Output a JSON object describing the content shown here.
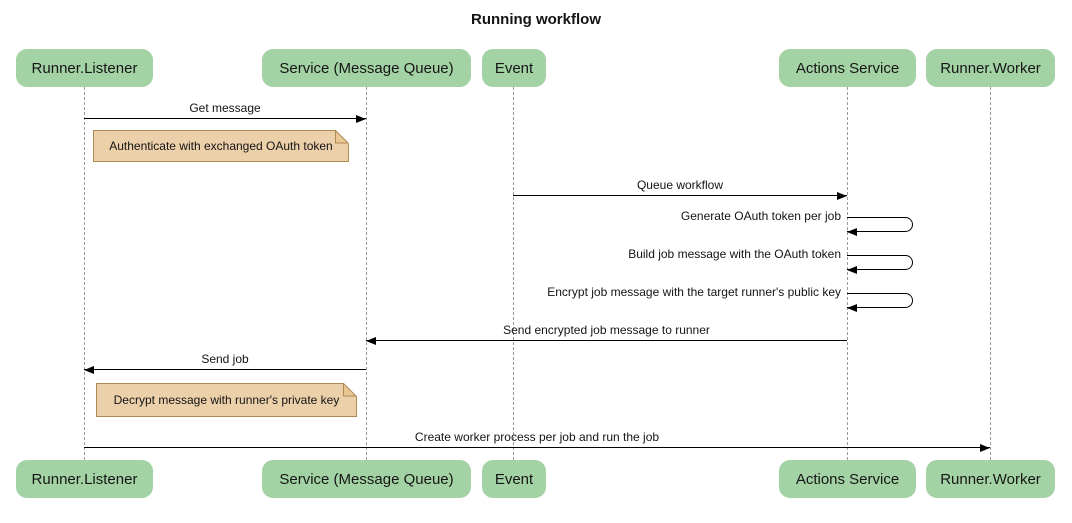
{
  "diagram": {
    "type": "sequence",
    "title": "Running workflow"
  },
  "colors": {
    "background": "#ffffff",
    "participant_fill": "#a3d3a4",
    "note_fill": "#ecd0aa",
    "note_border": "#ae8a52",
    "lifeline": "#9b9b9b",
    "arrow": "#000000",
    "text": "#141414"
  },
  "participants": [
    {
      "label": "Runner.Listener"
    },
    {
      "label": "Service (Message Queue)"
    },
    {
      "label": "Event"
    },
    {
      "label": "Actions Service"
    },
    {
      "label": "Runner.Worker"
    }
  ],
  "messages": [
    {
      "from": "Runner.Listener",
      "to": "Service (Message Queue)",
      "label": "Get message",
      "kind": "arrow"
    },
    {
      "from": "Event",
      "to": "Actions Service",
      "label": "Queue workflow",
      "kind": "arrow"
    },
    {
      "from": "Actions Service",
      "to": "Actions Service",
      "label": "Generate OAuth token per job",
      "kind": "self"
    },
    {
      "from": "Actions Service",
      "to": "Actions Service",
      "label": "Build job message with the OAuth token",
      "kind": "self"
    },
    {
      "from": "Actions Service",
      "to": "Actions Service",
      "label": "Encrypt job message with the target runner's public key",
      "kind": "self"
    },
    {
      "from": "Actions Service",
      "to": "Service (Message Queue)",
      "label": "Send encrypted job message to runner",
      "kind": "arrow"
    },
    {
      "from": "Service (Message Queue)",
      "to": "Runner.Listener",
      "label": "Send job",
      "kind": "arrow"
    },
    {
      "from": "Runner.Listener",
      "to": "Runner.Worker",
      "label": "Create worker process per job and run the job",
      "kind": "arrow"
    }
  ],
  "notes": [
    {
      "label": "Authenticate with exchanged OAuth token",
      "position": "right of Runner.Listener"
    },
    {
      "label": "Decrypt message with runner's private key",
      "position": "right of Runner.Listener"
    }
  ]
}
